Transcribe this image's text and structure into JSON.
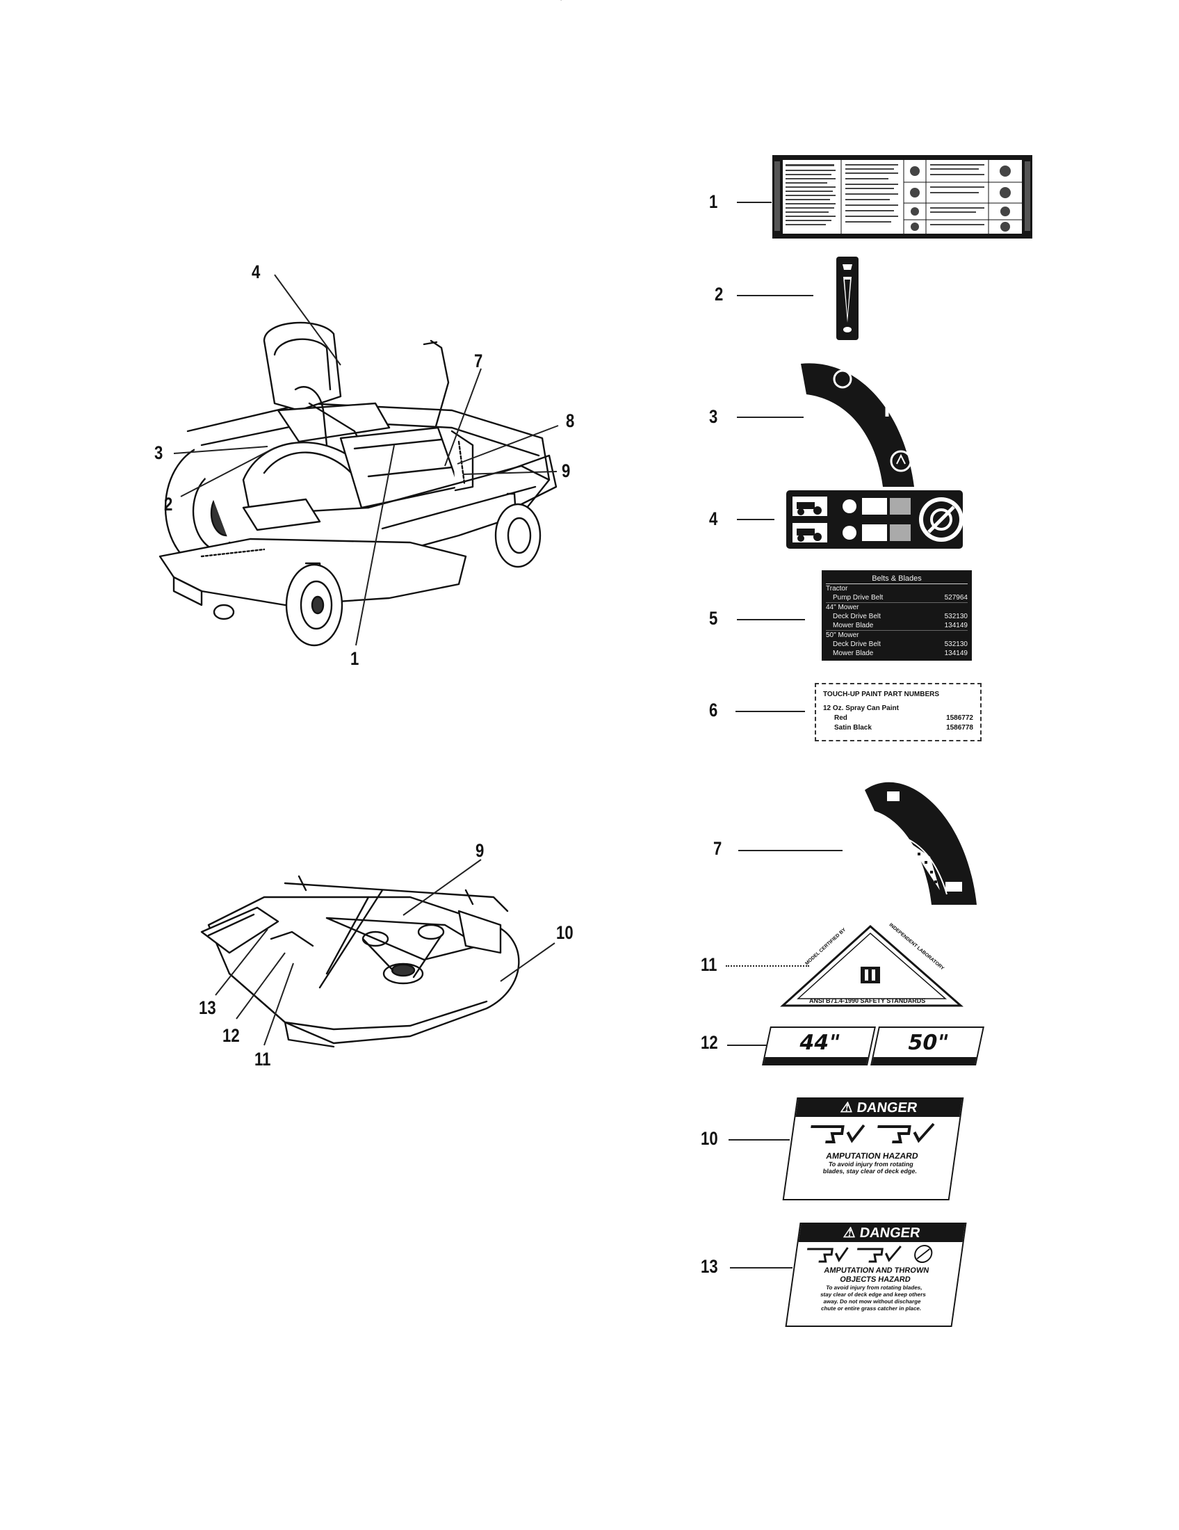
{
  "header_mark": "'",
  "callouts": {
    "mower": [
      "4",
      "7",
      "8",
      "3",
      "9",
      "2",
      "1"
    ],
    "deck": [
      "9",
      "10",
      "13",
      "12",
      "11"
    ],
    "decals": [
      "1",
      "2",
      "3",
      "4",
      "5",
      "6",
      "7",
      "11",
      "12",
      "10",
      "13"
    ]
  },
  "decal3": {
    "off": "O",
    "on": "I"
  },
  "decal5": {
    "title": "Belts & Blades",
    "rows": [
      {
        "label": "Tractor",
        "value": ""
      },
      {
        "label": "Pump Drive Belt",
        "value": "527964"
      },
      {
        "label": "44\" Mower",
        "value": ""
      },
      {
        "label": "Deck Drive Belt",
        "value": "532130"
      },
      {
        "label": "Mower Blade",
        "value": "134149"
      },
      {
        "label": "50\" Mower",
        "value": ""
      },
      {
        "label": "Deck Drive Belt",
        "value": "532130"
      },
      {
        "label": "Mower Blade",
        "value": "134149"
      }
    ]
  },
  "decal6": {
    "title": "TOUCH-UP PAINT PART NUMBERS",
    "subtitle": "12 Oz. Spray Can Paint",
    "items": [
      {
        "label": "Red",
        "value": "1586772"
      },
      {
        "label": "Satin Black",
        "value": "1586778"
      }
    ]
  },
  "decal11": {
    "top_left": "MODEL CERTIFIED BY",
    "top_right": "INDEPENDENT LABORATORY",
    "bottom": "ANSI B71.4-1990 SAFETY STANDARDS"
  },
  "decal12": {
    "left": "44\"",
    "right": "50\""
  },
  "decal10": {
    "banner": "⚠ DANGER",
    "hazard": "AMPUTATION HAZARD",
    "text1": "To avoid injury from rotating",
    "text2": "blades, stay clear of deck edge."
  },
  "decal13": {
    "banner": "⚠ DANGER",
    "hazard1": "AMPUTATION AND THROWN",
    "hazard2": "OBJECTS HAZARD",
    "text1": "To avoid injury from rotating blades,",
    "text2": "stay clear of deck edge and keep others",
    "text3": "away. Do not mow without discharge",
    "text4": "chute or entire grass catcher in place."
  }
}
